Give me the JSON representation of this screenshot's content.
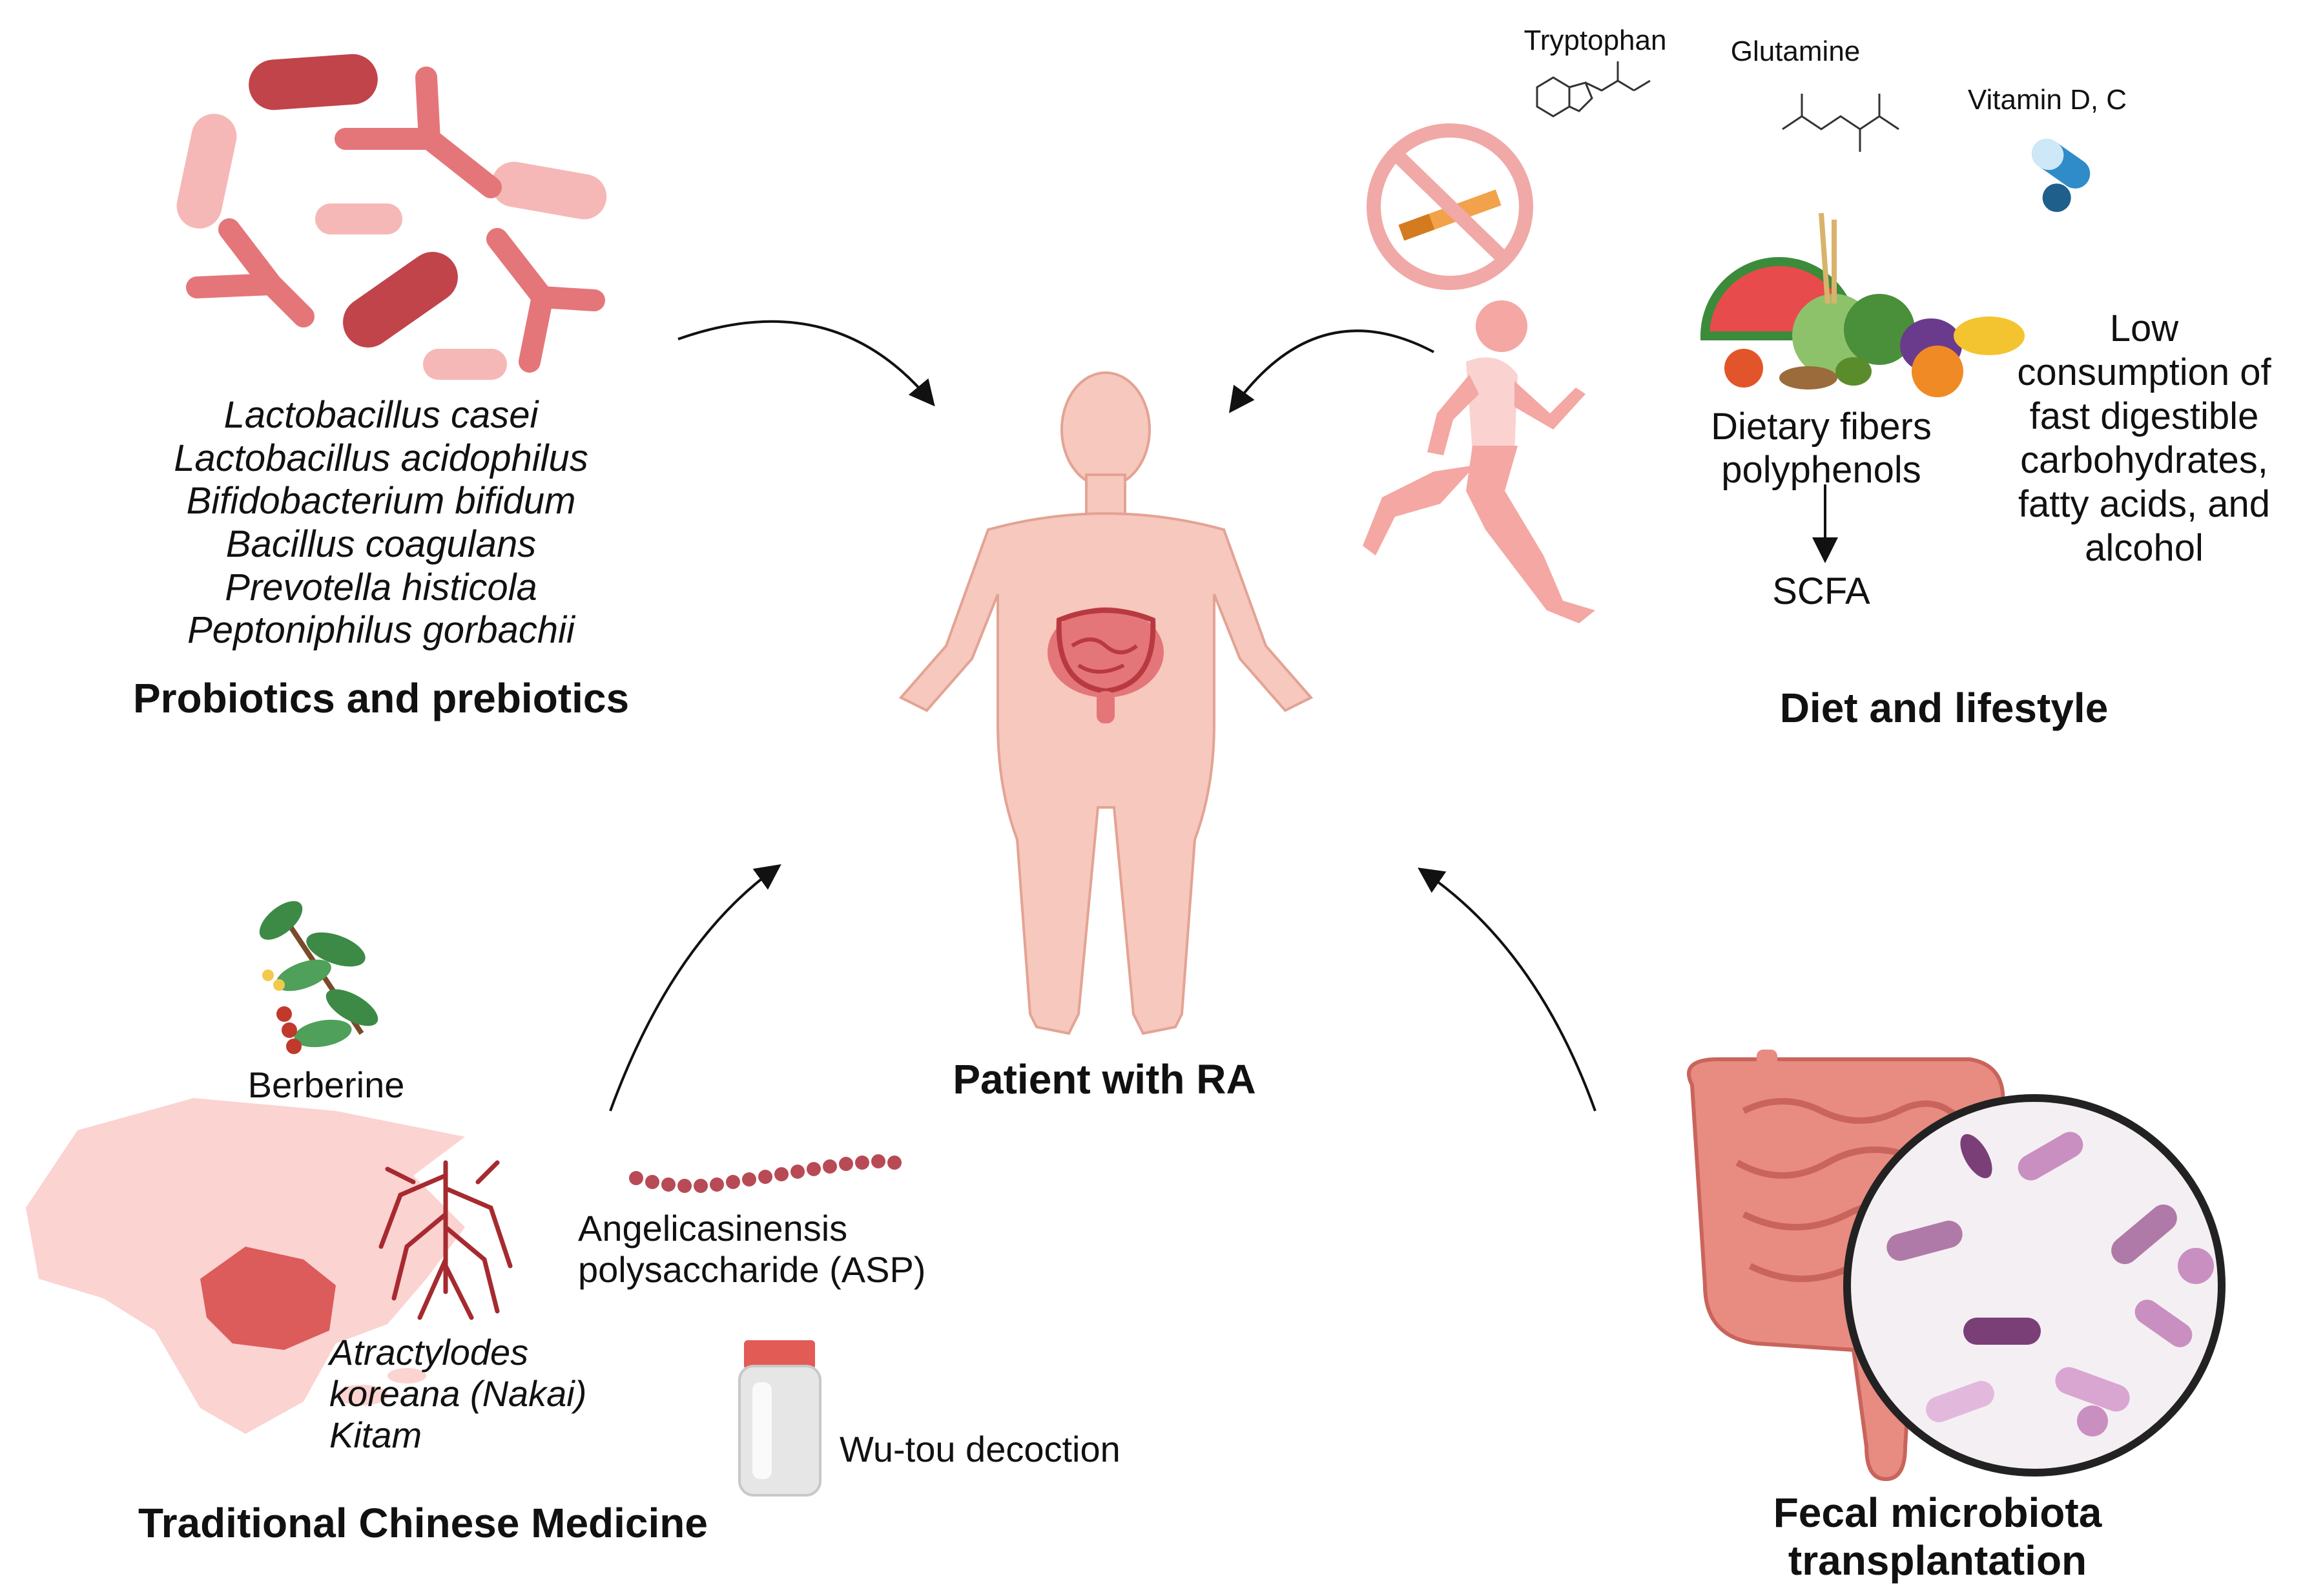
{
  "center": {
    "label": "Patient with RA"
  },
  "probiotics": {
    "title": "Probiotics and prebiotics",
    "species": [
      "Lactobacillus casei",
      "Lactobacillus acidophilus",
      "Bifidobacterium bifidum",
      "Bacillus coagulans",
      "Prevotella histicola",
      "Peptoniphilus gorbachii"
    ]
  },
  "diet": {
    "title": "Diet and lifestyle",
    "molecules": [
      "Tryptophan",
      "Glutamine",
      "Vitamin D, C"
    ],
    "fibers_line1": "Dietary fibers",
    "fibers_line2": "polyphenols",
    "scfa": "SCFA",
    "low_consumption": [
      "Low",
      "consumption of",
      "fast digestible",
      "carbohydrates,",
      "fatty acids, and",
      "alcohol"
    ]
  },
  "tcm": {
    "title": "Traditional Chinese Medicine",
    "berberine": "Berberine",
    "atractylodes": [
      "Atractylodes",
      "koreana (Nakai)",
      "Kitam"
    ],
    "asp": [
      "Angelicasinensis",
      "polysaccharide (ASP)"
    ],
    "wutou": "Wu-tou decoction"
  },
  "fmt": {
    "title_line1": "Fecal microbiota",
    "title_line2": "transplantation"
  },
  "colors": {
    "body_fill": "#f7c8bd",
    "body_stroke": "#e3a394",
    "bacteria_dark": "#c0444a",
    "bacteria_mid": "#e4767a",
    "bacteria_light": "#f5b8b6",
    "map_light": "#fbd3d1",
    "map_china": "#dc5b5b",
    "root": "#a62a2f",
    "pill_blue": "#2f8cc9",
    "arrow": "#111111"
  }
}
